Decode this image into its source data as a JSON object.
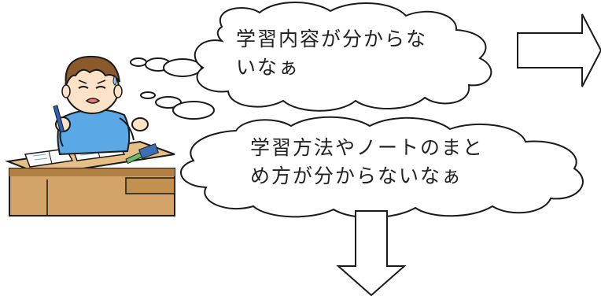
{
  "bubbles": [
    {
      "line1": "学習内容が分からな",
      "line2": "いなぁ"
    },
    {
      "line1": "学習方法やノートのまと",
      "line2": "め方が分からないなぁ"
    }
  ],
  "colors": {
    "outline": "#1a1a1a",
    "skin": "#fce3c8",
    "hair": "#8a5a2b",
    "shirt": "#5aa9e6",
    "desk": "#d2a46a",
    "desk_dark": "#b07f44"
  },
  "icons": [
    "thinking-boy-illustration",
    "arrow-right-icon",
    "arrow-down-icon"
  ]
}
